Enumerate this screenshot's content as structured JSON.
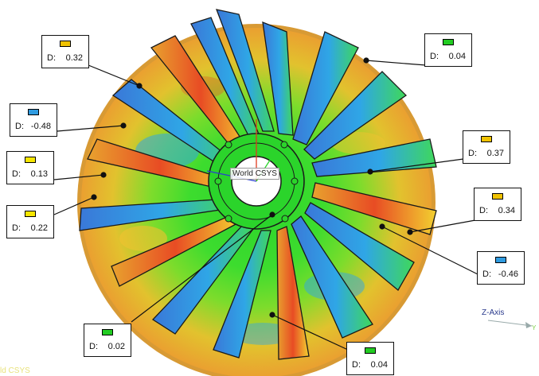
{
  "viewport": {
    "csys_label": "World CSYS",
    "triad_axis_label": "Z-Axis",
    "triad_y_label": "Y",
    "faded_label": "ld CSYS"
  },
  "callouts": [
    {
      "prefix": "D:",
      "value": "0.32",
      "swatch_color": "#f0c200"
    },
    {
      "prefix": "D:",
      "value": "0.04",
      "swatch_color": "#22cc22"
    },
    {
      "prefix": "D:",
      "value": "-0.48",
      "swatch_color": "#2f9be0"
    },
    {
      "prefix": "D:",
      "value": "0.37",
      "swatch_color": "#f0c200"
    },
    {
      "prefix": "D:",
      "value": "0.13",
      "swatch_color": "#f6e600"
    },
    {
      "prefix": "D:",
      "value": "0.22",
      "swatch_color": "#f6e600"
    },
    {
      "prefix": "D:",
      "value": "0.34",
      "swatch_color": "#f0c200"
    },
    {
      "prefix": "D:",
      "value": "-0.46",
      "swatch_color": "#2f9be0"
    },
    {
      "prefix": "D:",
      "value": "0.02",
      "swatch_color": "#22cc22"
    },
    {
      "prefix": "D:",
      "value": "0.04",
      "swatch_color": "#22cc22"
    }
  ],
  "colors": {
    "deviation_green": "#2bd42b",
    "deviation_yellow": "#f2c230",
    "deviation_blue": "#2f8ee0",
    "deviation_red": "#e03a1e"
  }
}
